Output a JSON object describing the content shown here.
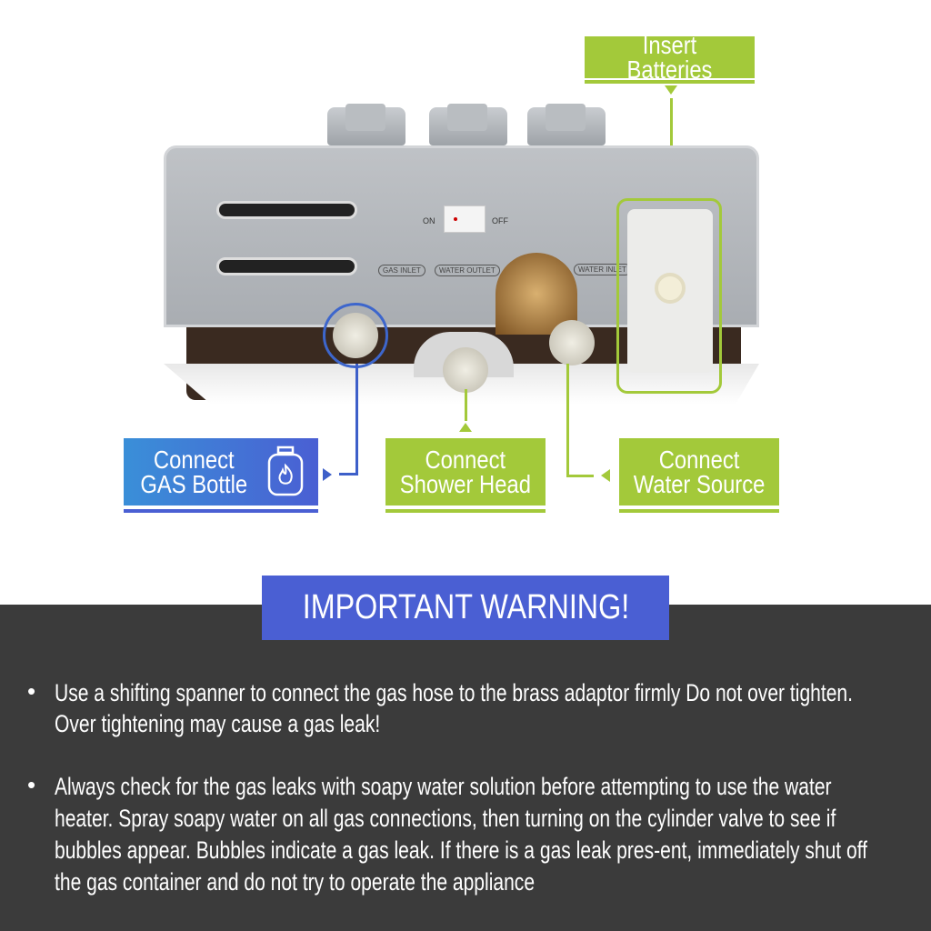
{
  "callouts": {
    "batteries": "Insert Batteries",
    "gas": [
      "Connect",
      "GAS Bottle"
    ],
    "shower": [
      "Connect",
      "Shower Head"
    ],
    "water": [
      "Connect",
      "Water Source"
    ]
  },
  "heater": {
    "switch_on": "ON",
    "switch_off": "OFF",
    "tags": [
      "GAS INLET",
      "WATER OUTLET",
      "WATER INLET"
    ]
  },
  "warning": {
    "title": "IMPORTANT WARNING!",
    "items": [
      {
        "text": "Use a shifting spanner to connect the gas hose to the brass adaptor firmly  Do not over tighten. ",
        "emphasis": "Over tightening may cause a gas leak!"
      },
      {
        "text": "Always check for the gas leaks with soapy water solution before attempting to use the water heater. Spray soapy water on all gas connections, then turning on the cylinder valve to see if bubbles appear. Bubbles indicate a gas leak. If there is a gas leak pres-ent, immediately shut off the gas container and do not try to operate the appliance",
        "emphasis": ""
      }
    ]
  },
  "colors": {
    "green": "#a3c93a",
    "blue": "#4a5fd3",
    "dark": "#3b3b3b"
  }
}
